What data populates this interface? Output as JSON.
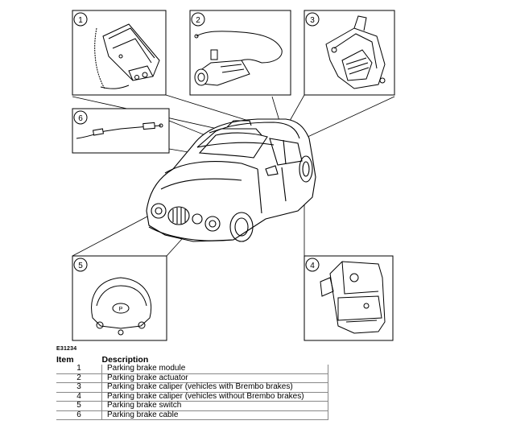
{
  "callouts": [
    {
      "number": "1",
      "label": "Parking brake module"
    },
    {
      "number": "2",
      "label": "Parking brake actuator"
    },
    {
      "number": "3",
      "label": "Parking brake caliper (vehicles with Brembo brakes)"
    },
    {
      "number": "4",
      "label": "Parking brake caliper (vehicles without Brembo brakes)"
    },
    {
      "number": "5",
      "label": "Parking brake switch"
    },
    {
      "number": "6",
      "label": "Parking brake cable"
    }
  ],
  "figure_code": "E31234",
  "legend": {
    "header_item": "Item",
    "header_description": "Description",
    "rows": [
      {
        "item": "1",
        "description": "Parking brake module"
      },
      {
        "item": "2",
        "description": "Parking brake actuator"
      },
      {
        "item": "3",
        "description": "Parking brake caliper (vehicles with Brembo brakes)"
      },
      {
        "item": "4",
        "description": "Parking brake caliper (vehicles without Brembo brakes)"
      },
      {
        "item": "5",
        "description": "Parking brake switch"
      },
      {
        "item": "6",
        "description": "Parking brake cable"
      }
    ]
  },
  "colors": {
    "line": "#000000",
    "background": "#ffffff"
  }
}
